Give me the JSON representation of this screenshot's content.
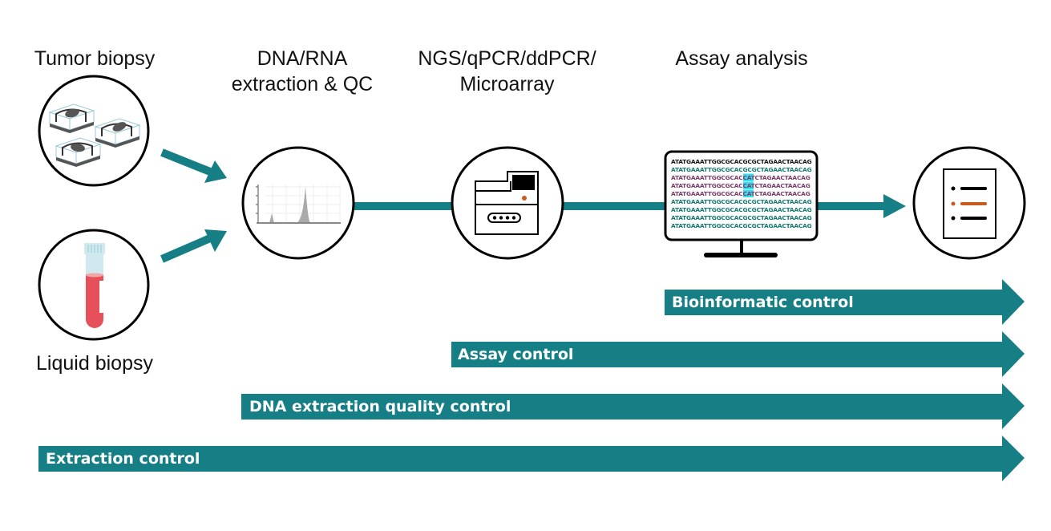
{
  "colors": {
    "teal": "#167f85",
    "accent_orange": "#c85a1e",
    "blood_red": "#e5505a",
    "tube_cap": "#cfe9ef",
    "highlight_cyan": "#33e0f0",
    "seq_black": "#111111",
    "seq_teal": "#137a72",
    "seq_purple": "#7a3a6a"
  },
  "stages": [
    {
      "id": "tumor-biopsy",
      "label": "Tumor biopsy",
      "icon": "tissue-blocks-icon"
    },
    {
      "id": "liquid-biopsy",
      "label": "Liquid biopsy",
      "icon": "blood-tube-icon"
    },
    {
      "id": "extraction",
      "label": "DNA/RNA\nextraction & QC",
      "icon": "electropherogram-icon"
    },
    {
      "id": "sequencing",
      "label": "NGS/qPCR/ddPCR/\nMicroarray",
      "icon": "sequencer-instrument-icon"
    },
    {
      "id": "analysis",
      "label": "Assay analysis",
      "icon": "monitor-sequence-alignment-icon"
    },
    {
      "id": "report",
      "label": "",
      "icon": "report-document-icon"
    }
  ],
  "alignment": {
    "reference": "ATATGAAATTGGCGCACGCGCTAGAACTAACAG",
    "rows": [
      {
        "prefix": "ATATGAAATTGGCGCAC",
        "mid": "GCG",
        "suffix": "CTAGAACTAACAG",
        "type": "normal"
      },
      {
        "prefix": "ATATGAAATTGGCGCAC",
        "mid": "CAT",
        "suffix": "CTAGAACTAACAG",
        "type": "variant"
      },
      {
        "prefix": "ATATGAAATTGGCGCAC",
        "mid": "CAT",
        "suffix": "CTAGAACTAACAG",
        "type": "variant"
      },
      {
        "prefix": "ATATGAAATTGGCGCAC",
        "mid": "CAT",
        "suffix": "CTAGAACTAACAG",
        "type": "variant"
      },
      {
        "prefix": "ATATGAAATTGGCGCAC",
        "mid": "GCG",
        "suffix": "CTAGAACTAACAG",
        "type": "normal"
      },
      {
        "prefix": "ATATGAAATTGGCGCAC",
        "mid": "GCG",
        "suffix": "CTAGAACTAACAG",
        "type": "normal"
      },
      {
        "prefix": "ATATGAAATTGGCGCAC",
        "mid": "GCG",
        "suffix": "CTAGAACTAACAG",
        "type": "normal"
      },
      {
        "prefix": "ATATGAAATTGGCGCAC",
        "mid": "GCG",
        "suffix": "CTAGAACTAACAG",
        "type": "normal"
      }
    ]
  },
  "controls": [
    {
      "id": "bioinformatic",
      "label": "Bioinformatic control",
      "starts_at_stage": "analysis"
    },
    {
      "id": "assay",
      "label": "Assay control",
      "starts_at_stage": "sequencing"
    },
    {
      "id": "dna-extraction-quality",
      "label": "DNA extraction quality control",
      "starts_at_stage": "extraction"
    },
    {
      "id": "extraction",
      "label": "Extraction control",
      "starts_at_stage": "tumor-biopsy"
    }
  ]
}
